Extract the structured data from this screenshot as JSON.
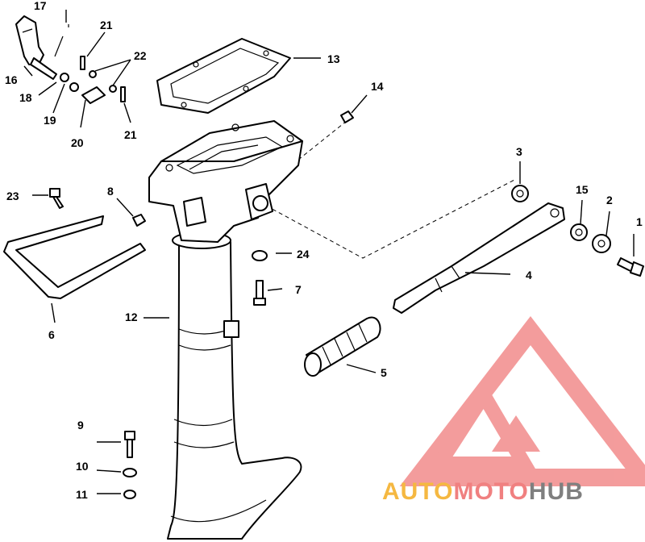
{
  "labels": {
    "p1": "1",
    "p2": "2",
    "p3": "3",
    "p4": "4",
    "p5": "5",
    "p6": "6",
    "p7": "7",
    "p8": "8",
    "p9": "9",
    "p10": "10",
    "p11": "11",
    "p12": "12",
    "p13": "13",
    "p14": "14",
    "p15": "15",
    "p16": "16",
    "p17": "17",
    "p18": "18",
    "p19": "19",
    "p20": "20",
    "p21a": "21",
    "p21b": "21",
    "p22": "22",
    "p23": "23",
    "p24": "24"
  },
  "watermark": {
    "auto": "AUTO",
    "moto": "MOTO",
    "hub": "HUB",
    "colors": {
      "auto": "#f5b841",
      "moto": "#f08080",
      "hub": "#7f7f7f",
      "triangle": "#f28b8b"
    }
  }
}
